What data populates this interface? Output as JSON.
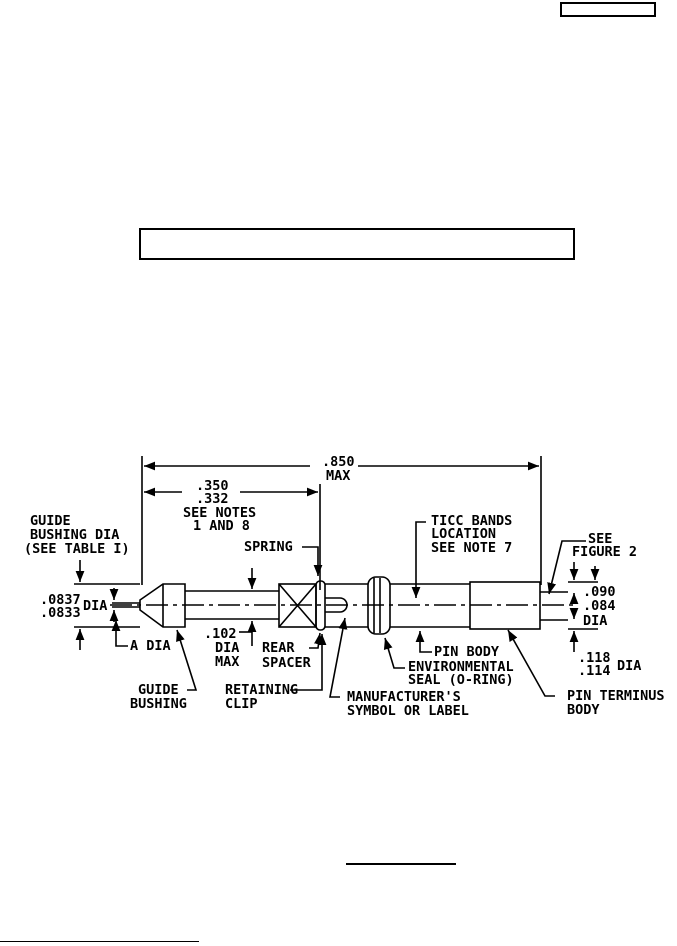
{
  "drawing": {
    "dims": {
      "overall_top": ".850",
      "overall_bot": "MAX",
      "front_top": ".350",
      "front_bot": ".332",
      "see_notes_1": "SEE NOTES",
      "see_notes_2": "1 AND 8",
      "tip_top": ".0837",
      "tip_bot": ".0833",
      "tip_dia": "DIA",
      "mid_1": ".102",
      "mid_2": "DIA",
      "mid_3": "MAX",
      "rear_top": ".090",
      "rear_mid": ".084",
      "rear_dia": "DIA",
      "bot_top": ".118",
      "bot_bot": ".114",
      "bot_dia": "DIA"
    },
    "labels": {
      "guide_dia_1": "GUIDE",
      "guide_dia_2": "BUSHING DIA",
      "guide_dia_3": "(SEE TABLE I)",
      "ticc_1": "TICC BANDS",
      "ticc_2": "LOCATION",
      "ticc_3": "SEE NOTE 7",
      "see_fig_1": "SEE",
      "see_fig_2": "FIGURE 2",
      "spring": "SPRING",
      "a_dia": "A DIA",
      "rear_spacer_1": "REAR",
      "rear_spacer_2": "SPACER",
      "pin_body": "PIN BODY",
      "env_seal_1": "ENVIRONMENTAL",
      "env_seal_2": "SEAL (O-RING)",
      "pin_term_1": "PIN TERMINUS",
      "pin_term_2": "BODY",
      "guide_bushing_1": "GUIDE",
      "guide_bushing_2": "BUSHING",
      "ret_clip_1": "RETAINING",
      "ret_clip_2": "CLIP",
      "mfr_1": "MANUFACTURER'S",
      "mfr_2": "SYMBOL OR LABEL"
    }
  }
}
